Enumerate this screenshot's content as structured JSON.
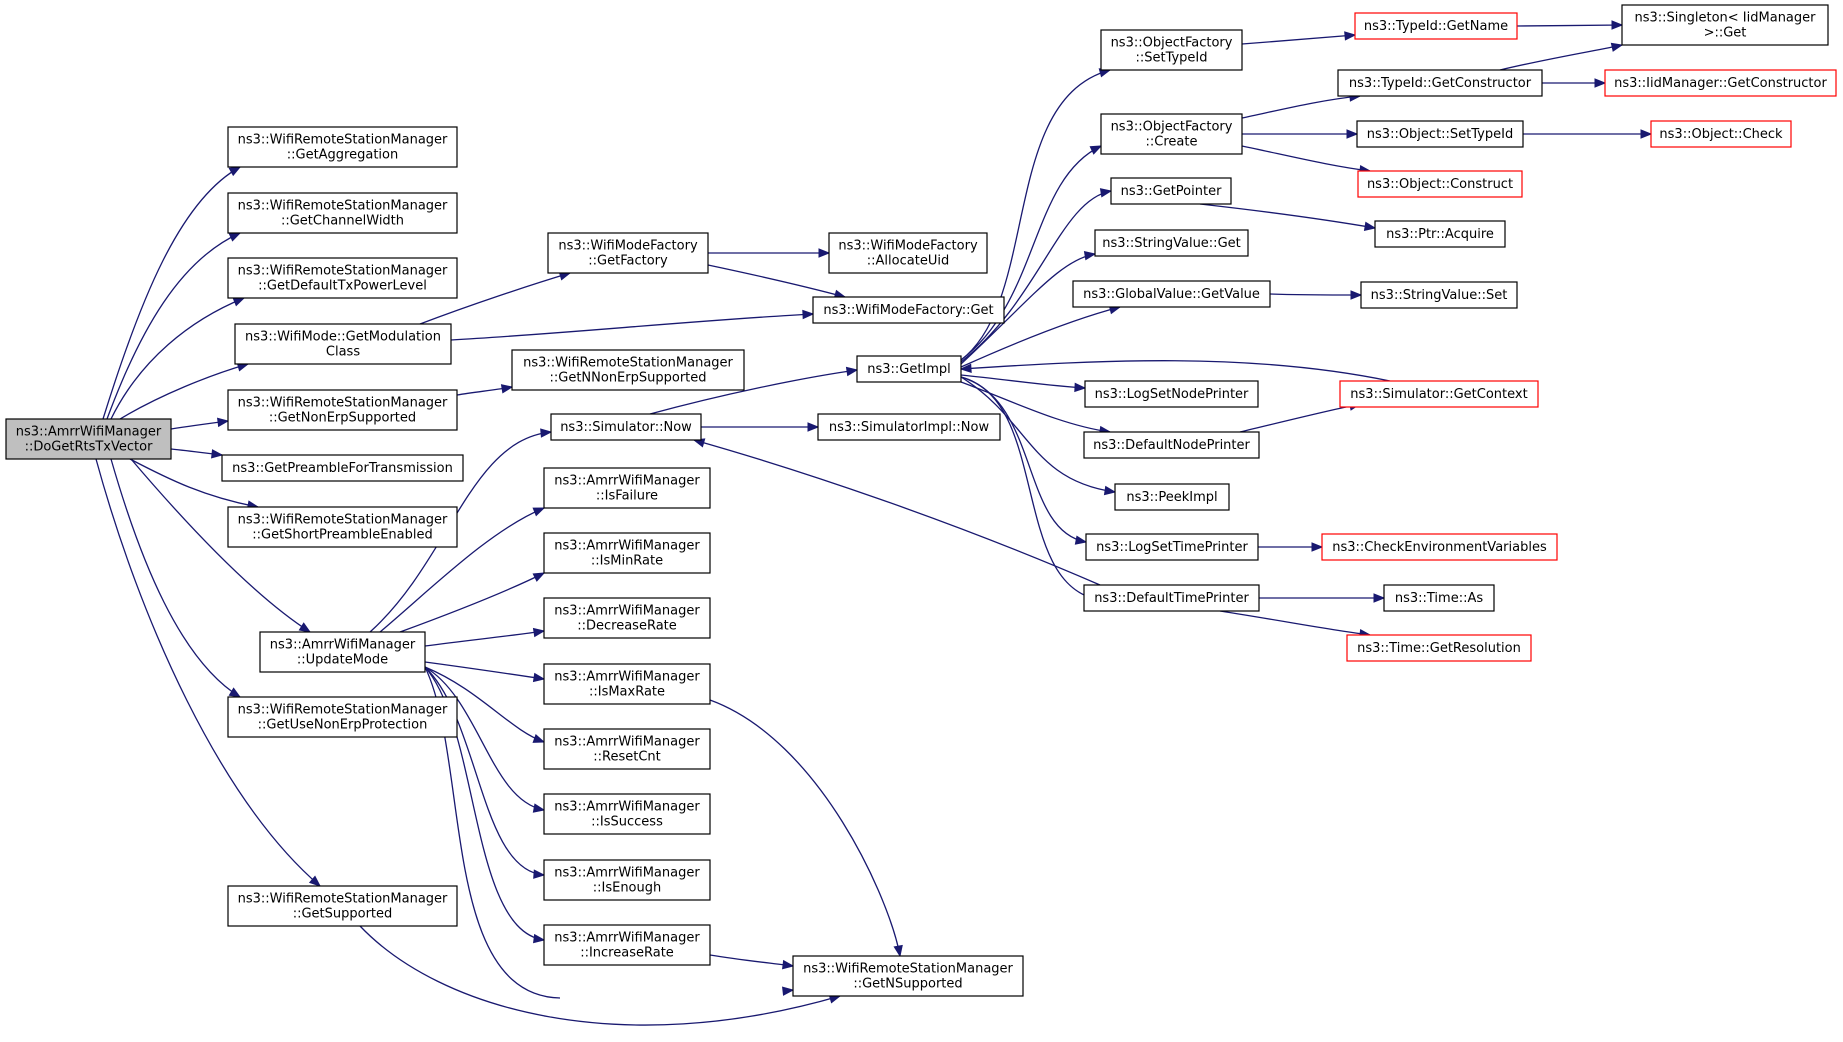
{
  "graph": {
    "nodes": [
      {
        "id": "n0",
        "lines": [
          "ns3::AmrrWifiManager",
          "::DoGetRtsTxVector"
        ],
        "style": "start"
      },
      {
        "id": "n1",
        "lines": [
          "ns3::WifiRemoteStationManager",
          "::GetAggregation"
        ],
        "style": "normal"
      },
      {
        "id": "n2",
        "lines": [
          "ns3::WifiRemoteStationManager",
          "::GetChannelWidth"
        ],
        "style": "normal"
      },
      {
        "id": "n3",
        "lines": [
          "ns3::WifiRemoteStationManager",
          "::GetDefaultTxPowerLevel"
        ],
        "style": "normal"
      },
      {
        "id": "n4",
        "lines": [
          "ns3::WifiMode::GetModulation",
          "Class"
        ],
        "style": "normal"
      },
      {
        "id": "n5",
        "lines": [
          "ns3::WifiRemoteStationManager",
          "::GetNonErpSupported"
        ],
        "style": "normal"
      },
      {
        "id": "n6",
        "lines": [
          "ns3::GetPreambleForTransmission"
        ],
        "style": "normal"
      },
      {
        "id": "n7",
        "lines": [
          "ns3::WifiRemoteStationManager",
          "::GetShortPreambleEnabled"
        ],
        "style": "normal"
      },
      {
        "id": "n8",
        "lines": [
          "ns3::AmrrWifiManager",
          "::UpdateMode"
        ],
        "style": "normal"
      },
      {
        "id": "n9",
        "lines": [
          "ns3::WifiRemoteStationManager",
          "::GetUseNonErpProtection"
        ],
        "style": "normal"
      },
      {
        "id": "n10",
        "lines": [
          "ns3::WifiRemoteStationManager",
          "::GetSupported"
        ],
        "style": "normal"
      },
      {
        "id": "n11",
        "lines": [
          "ns3::WifiModeFactory",
          "::GetFactory"
        ],
        "style": "normal"
      },
      {
        "id": "n12",
        "lines": [
          "ns3::WifiModeFactory",
          "::AllocateUid"
        ],
        "style": "normal"
      },
      {
        "id": "n13",
        "lines": [
          "ns3::WifiModeFactory::Get"
        ],
        "style": "normal"
      },
      {
        "id": "n14",
        "lines": [
          "ns3::WifiRemoteStationManager",
          "::GetNNonErpSupported"
        ],
        "style": "normal"
      },
      {
        "id": "n15",
        "lines": [
          "ns3::Simulator::Now"
        ],
        "style": "normal"
      },
      {
        "id": "n16",
        "lines": [
          "ns3::AmrrWifiManager",
          "::IsFailure"
        ],
        "style": "normal"
      },
      {
        "id": "n17",
        "lines": [
          "ns3::AmrrWifiManager",
          "::IsMinRate"
        ],
        "style": "normal"
      },
      {
        "id": "n18",
        "lines": [
          "ns3::AmrrWifiManager",
          "::DecreaseRate"
        ],
        "style": "normal"
      },
      {
        "id": "n19",
        "lines": [
          "ns3::AmrrWifiManager",
          "::IsMaxRate"
        ],
        "style": "normal"
      },
      {
        "id": "n20",
        "lines": [
          "ns3::AmrrWifiManager",
          "::ResetCnt"
        ],
        "style": "normal"
      },
      {
        "id": "n21",
        "lines": [
          "ns3::AmrrWifiManager",
          "::IsSuccess"
        ],
        "style": "normal"
      },
      {
        "id": "n22",
        "lines": [
          "ns3::AmrrWifiManager",
          "::IsEnough"
        ],
        "style": "normal"
      },
      {
        "id": "n23",
        "lines": [
          "ns3::AmrrWifiManager",
          "::IncreaseRate"
        ],
        "style": "normal"
      },
      {
        "id": "n24",
        "lines": [
          "ns3::WifiRemoteStationManager",
          "::GetNSupported"
        ],
        "style": "normal"
      },
      {
        "id": "n25",
        "lines": [
          "ns3::GetImpl"
        ],
        "style": "normal"
      },
      {
        "id": "n26",
        "lines": [
          "ns3::SimulatorImpl::Now"
        ],
        "style": "normal"
      },
      {
        "id": "n27",
        "lines": [
          "ns3::ObjectFactory",
          "::SetTypeId"
        ],
        "style": "normal"
      },
      {
        "id": "n28",
        "lines": [
          "ns3::ObjectFactory",
          "::Create"
        ],
        "style": "normal"
      },
      {
        "id": "n29",
        "lines": [
          "ns3::GetPointer"
        ],
        "style": "normal"
      },
      {
        "id": "n30",
        "lines": [
          "ns3::StringValue::Get"
        ],
        "style": "normal"
      },
      {
        "id": "n31",
        "lines": [
          "ns3::GlobalValue::GetValue"
        ],
        "style": "normal"
      },
      {
        "id": "n32",
        "lines": [
          "ns3::LogSetNodePrinter"
        ],
        "style": "normal"
      },
      {
        "id": "n33",
        "lines": [
          "ns3::DefaultNodePrinter"
        ],
        "style": "normal"
      },
      {
        "id": "n34",
        "lines": [
          "ns3::PeekImpl"
        ],
        "style": "normal"
      },
      {
        "id": "n35",
        "lines": [
          "ns3::LogSetTimePrinter"
        ],
        "style": "normal"
      },
      {
        "id": "n36",
        "lines": [
          "ns3::DefaultTimePrinter"
        ],
        "style": "normal"
      },
      {
        "id": "n37",
        "lines": [
          "ns3::TypeId::GetName"
        ],
        "style": "truncated"
      },
      {
        "id": "n38",
        "lines": [
          "ns3::Singleton< IidManager",
          " >::Get"
        ],
        "style": "normal"
      },
      {
        "id": "n39",
        "lines": [
          "ns3::TypeId::GetConstructor"
        ],
        "style": "normal"
      },
      {
        "id": "n40",
        "lines": [
          "ns3::IidManager::GetConstructor"
        ],
        "style": "truncated"
      },
      {
        "id": "n41",
        "lines": [
          "ns3::Object::SetTypeId"
        ],
        "style": "normal"
      },
      {
        "id": "n42",
        "lines": [
          "ns3::Object::Check"
        ],
        "style": "truncated"
      },
      {
        "id": "n43",
        "lines": [
          "ns3::Object::Construct"
        ],
        "style": "truncated"
      },
      {
        "id": "n44",
        "lines": [
          "ns3::Ptr::Acquire"
        ],
        "style": "normal"
      },
      {
        "id": "n45",
        "lines": [
          "ns3::StringValue::Set"
        ],
        "style": "normal"
      },
      {
        "id": "n46",
        "lines": [
          "ns3::Simulator::GetContext"
        ],
        "style": "truncated"
      },
      {
        "id": "n47",
        "lines": [
          "ns3::CheckEnvironmentVariables"
        ],
        "style": "truncated"
      },
      {
        "id": "n48",
        "lines": [
          "ns3::Time::As"
        ],
        "style": "normal"
      },
      {
        "id": "n49",
        "lines": [
          "ns3::Time::GetResolution"
        ],
        "style": "truncated"
      }
    ],
    "edges": [
      {
        "from": "n0",
        "to": "n1"
      },
      {
        "from": "n0",
        "to": "n2"
      },
      {
        "from": "n0",
        "to": "n3"
      },
      {
        "from": "n0",
        "to": "n4"
      },
      {
        "from": "n0",
        "to": "n5"
      },
      {
        "from": "n0",
        "to": "n6"
      },
      {
        "from": "n0",
        "to": "n7"
      },
      {
        "from": "n0",
        "to": "n8"
      },
      {
        "from": "n0",
        "to": "n9"
      },
      {
        "from": "n0",
        "to": "n10"
      },
      {
        "from": "n4",
        "to": "n11"
      },
      {
        "from": "n4",
        "to": "n13"
      },
      {
        "from": "n11",
        "to": "n12"
      },
      {
        "from": "n11",
        "to": "n13"
      },
      {
        "from": "n5",
        "to": "n14"
      },
      {
        "from": "n8",
        "to": "n15"
      },
      {
        "from": "n8",
        "to": "n16"
      },
      {
        "from": "n8",
        "to": "n17"
      },
      {
        "from": "n8",
        "to": "n18"
      },
      {
        "from": "n8",
        "to": "n19"
      },
      {
        "from": "n8",
        "to": "n20"
      },
      {
        "from": "n8",
        "to": "n21"
      },
      {
        "from": "n8",
        "to": "n22"
      },
      {
        "from": "n8",
        "to": "n23"
      },
      {
        "from": "n8",
        "to": "n24"
      },
      {
        "from": "n10",
        "to": "n24"
      },
      {
        "from": "n19",
        "to": "n24"
      },
      {
        "from": "n23",
        "to": "n24"
      },
      {
        "from": "n15",
        "to": "n25"
      },
      {
        "from": "n15",
        "to": "n26"
      },
      {
        "from": "n25",
        "to": "n27"
      },
      {
        "from": "n25",
        "to": "n28"
      },
      {
        "from": "n25",
        "to": "n29"
      },
      {
        "from": "n25",
        "to": "n30"
      },
      {
        "from": "n25",
        "to": "n31"
      },
      {
        "from": "n25",
        "to": "n32"
      },
      {
        "from": "n25",
        "to": "n33"
      },
      {
        "from": "n25",
        "to": "n34"
      },
      {
        "from": "n25",
        "to": "n35"
      },
      {
        "from": "n25",
        "to": "n36"
      },
      {
        "from": "n27",
        "to": "n37"
      },
      {
        "from": "n37",
        "to": "n38"
      },
      {
        "from": "n28",
        "to": "n39"
      },
      {
        "from": "n28",
        "to": "n41"
      },
      {
        "from": "n28",
        "to": "n43"
      },
      {
        "from": "n39",
        "to": "n38"
      },
      {
        "from": "n39",
        "to": "n40"
      },
      {
        "from": "n41",
        "to": "n42"
      },
      {
        "from": "n29",
        "to": "n44"
      },
      {
        "from": "n31",
        "to": "n45"
      },
      {
        "from": "n33",
        "to": "n46"
      },
      {
        "from": "n46",
        "to": "n25"
      },
      {
        "from": "n35",
        "to": "n47"
      },
      {
        "from": "n36",
        "to": "n48"
      },
      {
        "from": "n36",
        "to": "n49"
      },
      {
        "from": "n36",
        "to": "n15"
      }
    ]
  }
}
